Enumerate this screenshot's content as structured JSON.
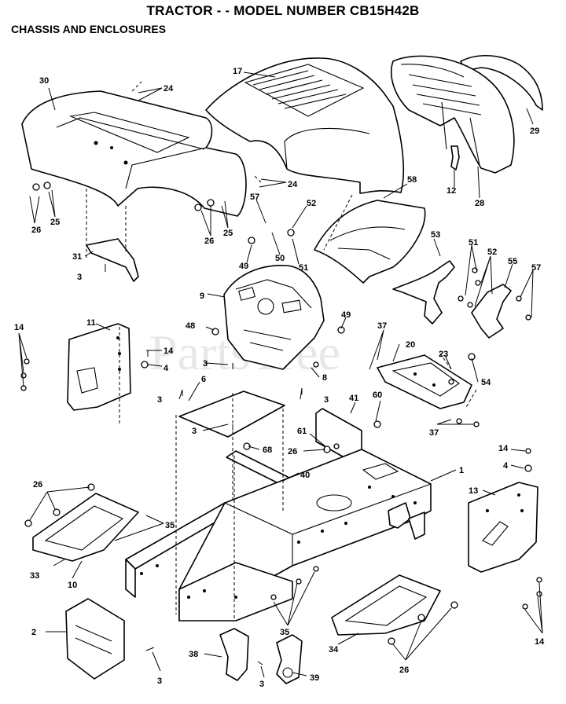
{
  "header": {
    "title": "TRACTOR - - MODEL NUMBER CB15H42B",
    "subtitle": "CHASSIS AND ENCLOSURES"
  },
  "watermark": {
    "text": "PartsTree",
    "color": "#d6d6d6"
  },
  "callouts": [
    {
      "id": "c1",
      "label": "1"
    },
    {
      "id": "c2",
      "label": "2"
    },
    {
      "id": "c3a",
      "label": "3"
    },
    {
      "id": "c3b",
      "label": "3"
    },
    {
      "id": "c3c",
      "label": "3"
    },
    {
      "id": "c3d",
      "label": "3"
    },
    {
      "id": "c3e",
      "label": "3"
    },
    {
      "id": "c3f",
      "label": "3"
    },
    {
      "id": "c3g",
      "label": "3"
    },
    {
      "id": "c4a",
      "label": "4"
    },
    {
      "id": "c4b",
      "label": "4"
    },
    {
      "id": "c6",
      "label": "6"
    },
    {
      "id": "c8",
      "label": "8"
    },
    {
      "id": "c9",
      "label": "9"
    },
    {
      "id": "c10",
      "label": "10"
    },
    {
      "id": "c11",
      "label": "11"
    },
    {
      "id": "c12",
      "label": "12"
    },
    {
      "id": "c13",
      "label": "13"
    },
    {
      "id": "c14a",
      "label": "14"
    },
    {
      "id": "c14b",
      "label": "14"
    },
    {
      "id": "c14c",
      "label": "14"
    },
    {
      "id": "c14d",
      "label": "14"
    },
    {
      "id": "c17",
      "label": "17"
    },
    {
      "id": "c20",
      "label": "20"
    },
    {
      "id": "c23",
      "label": "23"
    },
    {
      "id": "c24a",
      "label": "24"
    },
    {
      "id": "c24b",
      "label": "24"
    },
    {
      "id": "c25a",
      "label": "25"
    },
    {
      "id": "c25b",
      "label": "25"
    },
    {
      "id": "c26a",
      "label": "26"
    },
    {
      "id": "c26b",
      "label": "26"
    },
    {
      "id": "c26c",
      "label": "26"
    },
    {
      "id": "c26d",
      "label": "26"
    },
    {
      "id": "c26e",
      "label": "26"
    },
    {
      "id": "c28",
      "label": "28"
    },
    {
      "id": "c29",
      "label": "29"
    },
    {
      "id": "c30",
      "label": "30"
    },
    {
      "id": "c31",
      "label": "31"
    },
    {
      "id": "c33",
      "label": "33"
    },
    {
      "id": "c34",
      "label": "34"
    },
    {
      "id": "c35a",
      "label": "35"
    },
    {
      "id": "c35b",
      "label": "35"
    },
    {
      "id": "c37a",
      "label": "37"
    },
    {
      "id": "c37b",
      "label": "37"
    },
    {
      "id": "c38",
      "label": "38"
    },
    {
      "id": "c39",
      "label": "39"
    },
    {
      "id": "c40",
      "label": "40"
    },
    {
      "id": "c41",
      "label": "41"
    },
    {
      "id": "c48",
      "label": "48"
    },
    {
      "id": "c49a",
      "label": "49"
    },
    {
      "id": "c49b",
      "label": "49"
    },
    {
      "id": "c50",
      "label": "50"
    },
    {
      "id": "c51a",
      "label": "51"
    },
    {
      "id": "c51b",
      "label": "51"
    },
    {
      "id": "c52a",
      "label": "52"
    },
    {
      "id": "c52b",
      "label": "52"
    },
    {
      "id": "c53",
      "label": "53"
    },
    {
      "id": "c54",
      "label": "54"
    },
    {
      "id": "c55",
      "label": "55"
    },
    {
      "id": "c57a",
      "label": "57"
    },
    {
      "id": "c57b",
      "label": "57"
    },
    {
      "id": "c58",
      "label": "58"
    },
    {
      "id": "c60",
      "label": "60"
    },
    {
      "id": "c61",
      "label": "61"
    },
    {
      "id": "c68",
      "label": "68"
    }
  ]
}
